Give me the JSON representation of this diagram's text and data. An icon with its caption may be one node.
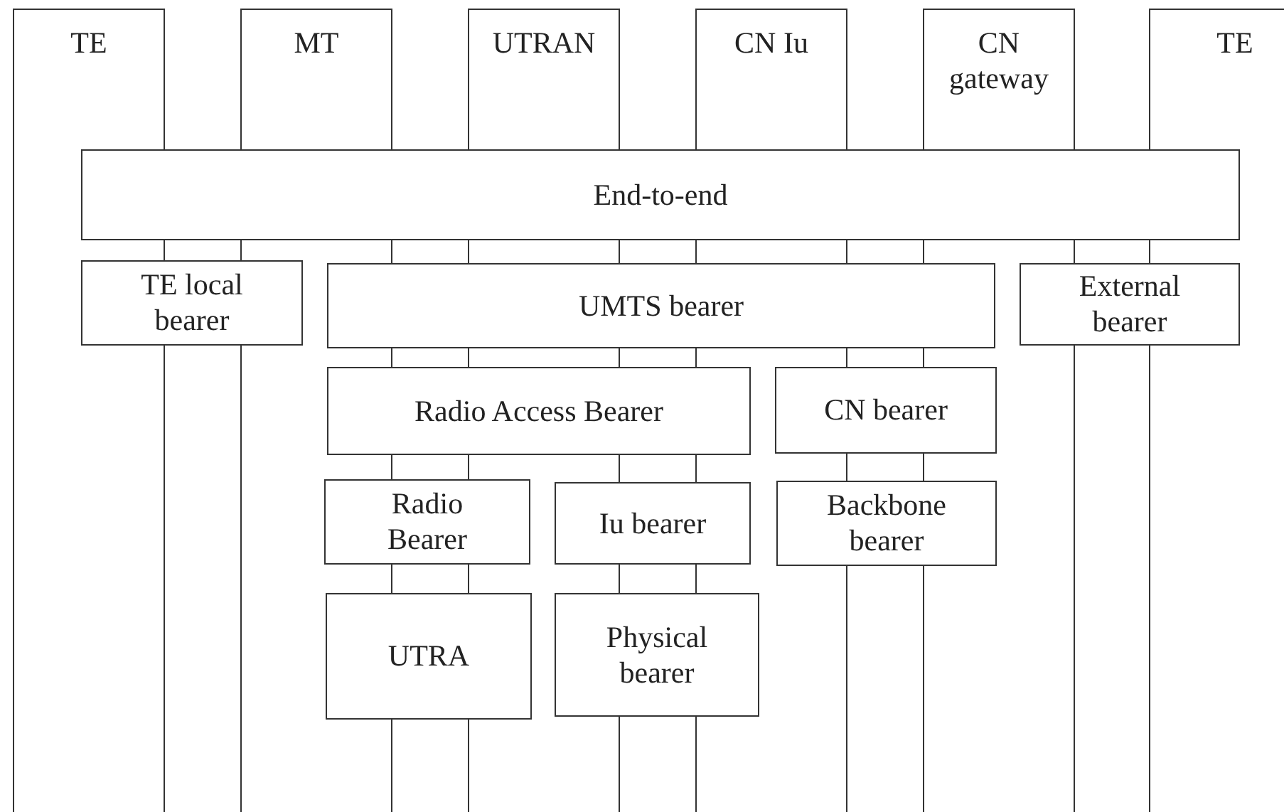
{
  "diagram": {
    "nodes": [
      {
        "text": [
          "TE"
        ]
      },
      {
        "text": [
          "MT"
        ]
      },
      {
        "text": [
          "UTRAN"
        ]
      },
      {
        "text": [
          "CN Iu"
        ]
      },
      {
        "text": [
          "CN gateway"
        ]
      },
      {
        "text": [
          "TE"
        ]
      },
      {
        "text": [
          "End-to-end"
        ]
      },
      {
        "text": [
          "TE local bearer"
        ]
      },
      {
        "text": [
          "UMTS bearer"
        ]
      },
      {
        "text": [
          "External bearer"
        ]
      },
      {
        "text": [
          "Radio Access Bearer"
        ]
      },
      {
        "text": [
          "CN bearer"
        ]
      },
      {
        "text": [
          "Radio Bearer"
        ]
      },
      {
        "text": [
          "Iu bearer"
        ]
      },
      {
        "text": [
          "Backbone bearer"
        ]
      },
      {
        "text": [
          "UTRA"
        ]
      },
      {
        "text": [
          "Physical bearer"
        ]
      }
    ]
  }
}
